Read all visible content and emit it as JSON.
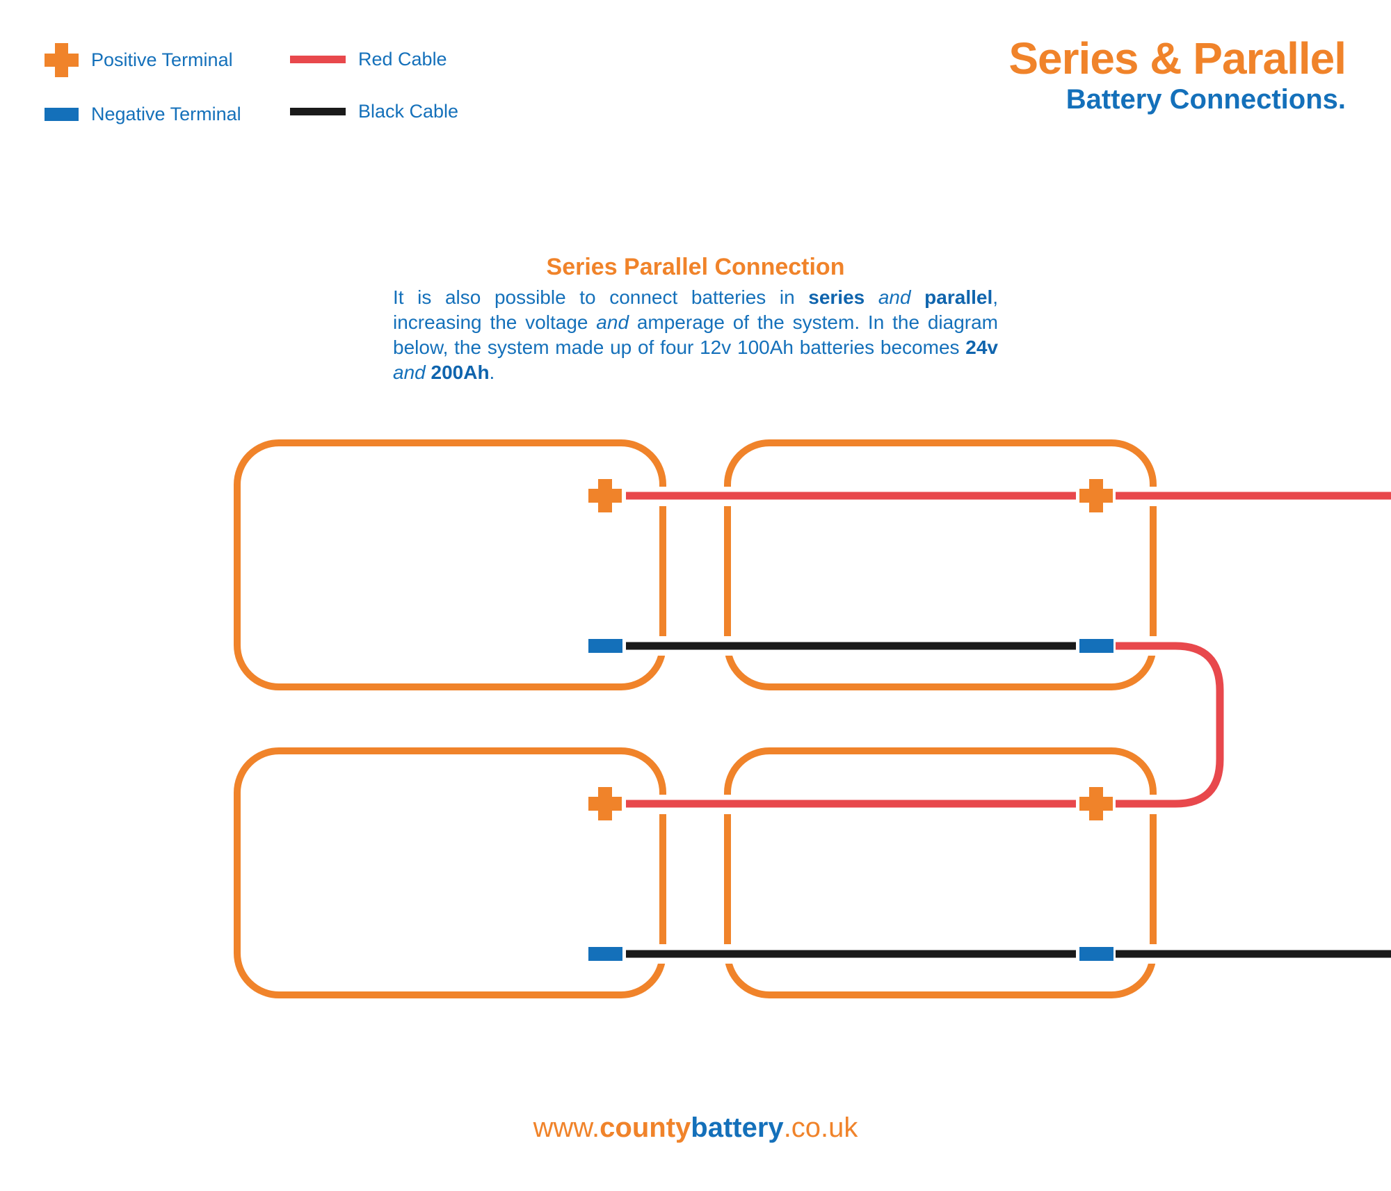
{
  "legend": {
    "positive_label": "Positive Terminal",
    "negative_label": "Negative Terminal",
    "red_cable_label": "Red Cable",
    "black_cable_label": "Black Cable"
  },
  "header": {
    "title": "Series & Parallel",
    "subtitle": "Battery Connections."
  },
  "section": {
    "title": "Series Parallel Connection",
    "body_part1": "It is also possible to connect batteries in ",
    "body_bold_series": "series",
    "body_italic_and1": "and",
    "body_bold_parallel": "parallel",
    "body_part2": ", increasing the voltage ",
    "body_italic_and2": "and",
    "body_part3": " amperage of the system. In the diagram below, the system made up of four 12v 100Ah batteries becomes ",
    "body_bold_24v": "24v",
    "body_italic_and3": "and",
    "body_bold_200ah": "200Ah",
    "body_end": "."
  },
  "footer": {
    "prefix": "www.",
    "county": "county",
    "battery": "battery",
    "suffix": ".co.uk"
  },
  "colors": {
    "orange": "#f0832a",
    "blue": "#1470ba",
    "red": "#e8484c",
    "black": "#1a1a1a"
  }
}
